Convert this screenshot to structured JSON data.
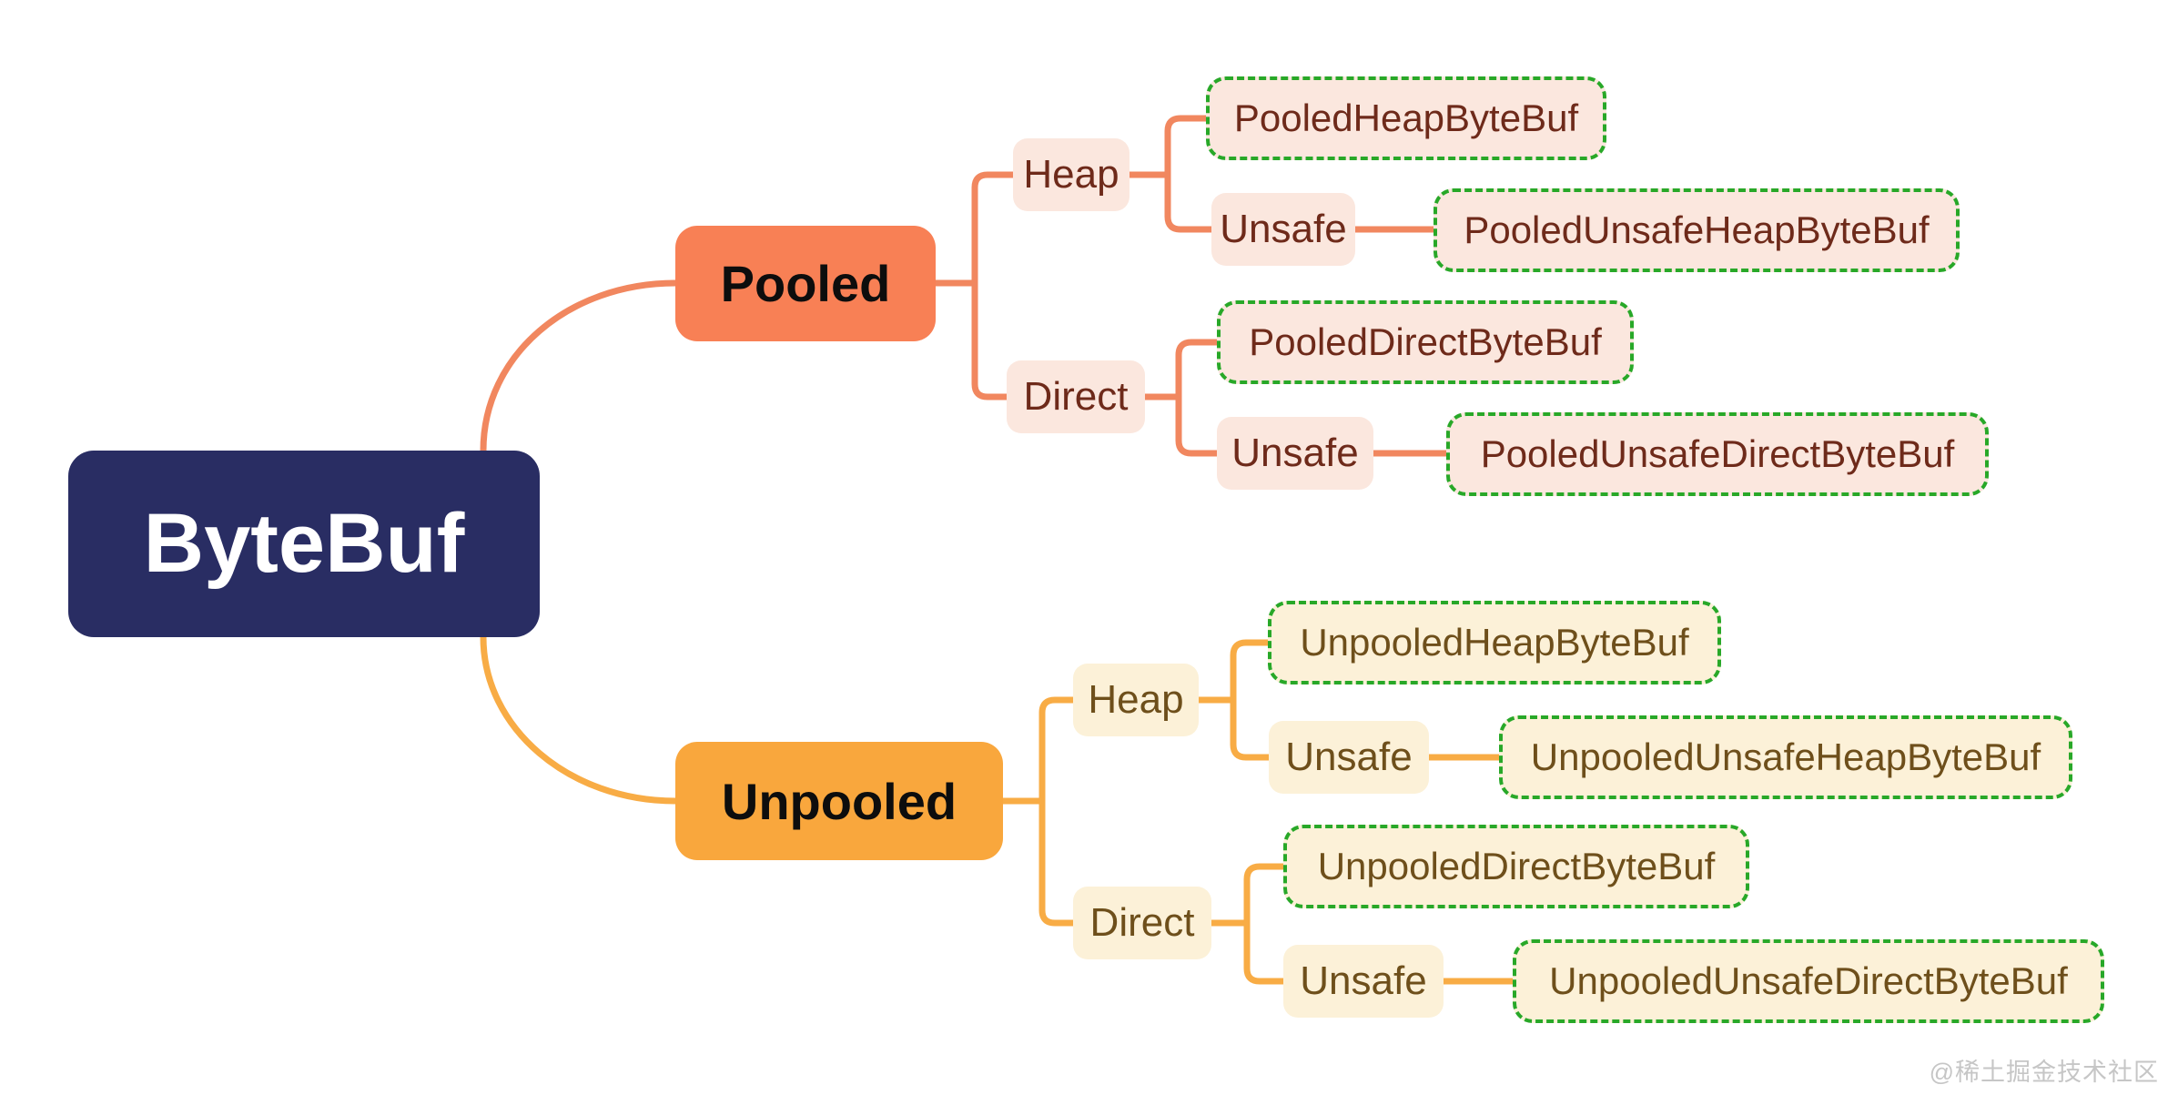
{
  "tree": {
    "root": {
      "label": "ByteBuf"
    },
    "branches": [
      {
        "label": "Pooled",
        "groups": [
          {
            "label": "Heap",
            "leaf": "PooledHeapByteBuf",
            "unsafe": {
              "label": "Unsafe",
              "leaf": "PooledUnsafeHeapByteBuf"
            }
          },
          {
            "label": "Direct",
            "leaf": "PooledDirectByteBuf",
            "unsafe": {
              "label": "Unsafe",
              "leaf": "PooledUnsafeDirectByteBuf"
            }
          }
        ]
      },
      {
        "label": "Unpooled",
        "groups": [
          {
            "label": "Heap",
            "leaf": "UnpooledHeapByteBuf",
            "unsafe": {
              "label": "Unsafe",
              "leaf": "UnpooledUnsafeHeapByteBuf"
            }
          },
          {
            "label": "Direct",
            "leaf": "UnpooledDirectByteBuf",
            "unsafe": {
              "label": "Unsafe",
              "leaf": "UnpooledUnsafeDirectByteBuf"
            }
          }
        ]
      }
    ]
  },
  "watermark": "@稀土掘金技术社区",
  "colors": {
    "root-bg": "#292D63",
    "pooled-bg": "#F88055",
    "unpooled-bg": "#F9A73D",
    "pooled-line": "#F1875F",
    "unpooled-line": "#F8AC45",
    "pink": "#FBE7DE",
    "cream": "#FCF1D8",
    "green": "#28A828",
    "maroon": "#6E2A1A",
    "brown": "#6E4F1B",
    "watermark": "#C6C6C6"
  }
}
